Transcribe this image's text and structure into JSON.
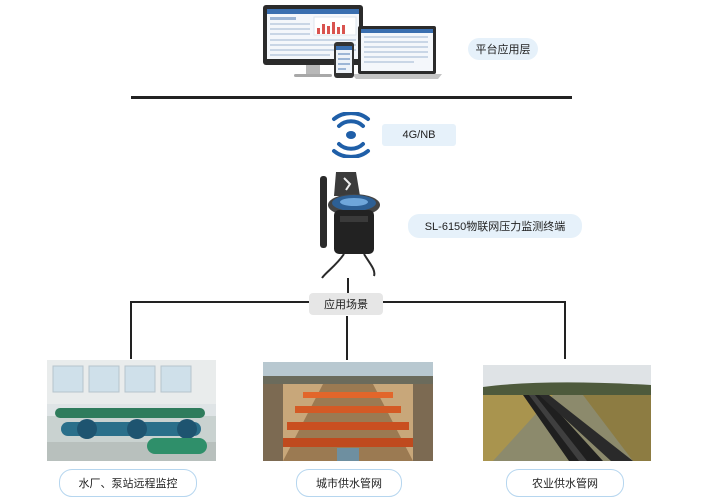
{
  "layers": {
    "platform_label": "平台应用层",
    "network_label": "4G/NB",
    "device_label": "SL-6150物联网压力监测终端",
    "scenario_hub_label": "应用场景"
  },
  "scenarios": [
    {
      "label": "水厂、泵站远程监控"
    },
    {
      "label": "城市供水管网"
    },
    {
      "label": "农业供水管网"
    }
  ],
  "icons": {
    "devices": "devices-illustration",
    "signal": "wireless-signal-icon",
    "terminal": "pressure-monitor-terminal"
  },
  "colors": {
    "accent_blue": "#1f5fa8",
    "pill_bg": "#e6f1fa",
    "hub_bg": "#e6e6e6",
    "line": "#222222"
  }
}
